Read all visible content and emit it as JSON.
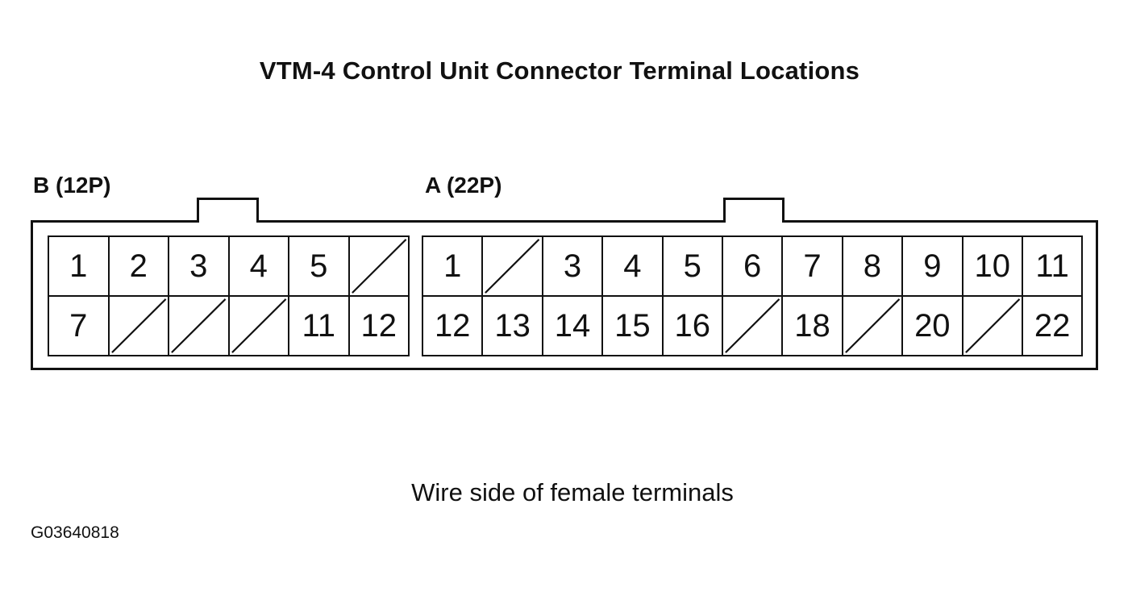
{
  "title": "VTM-4 Control Unit Connector Terminal Locations",
  "connectors": {
    "b": {
      "label": "B (12P)",
      "rows": [
        [
          "1",
          "2",
          "3",
          "4",
          "5",
          ""
        ],
        [
          "7",
          "",
          "",
          "",
          "11",
          "12"
        ]
      ]
    },
    "a": {
      "label": "A (22P)",
      "rows": [
        [
          "1",
          "",
          "3",
          "4",
          "5",
          "6",
          "7",
          "8",
          "9",
          "10",
          "11"
        ],
        [
          "12",
          "13",
          "14",
          "15",
          "16",
          "",
          "18",
          "",
          "20",
          "",
          "22"
        ]
      ]
    }
  },
  "caption": "Wire side of female terminals",
  "figure_id": "G03640818"
}
